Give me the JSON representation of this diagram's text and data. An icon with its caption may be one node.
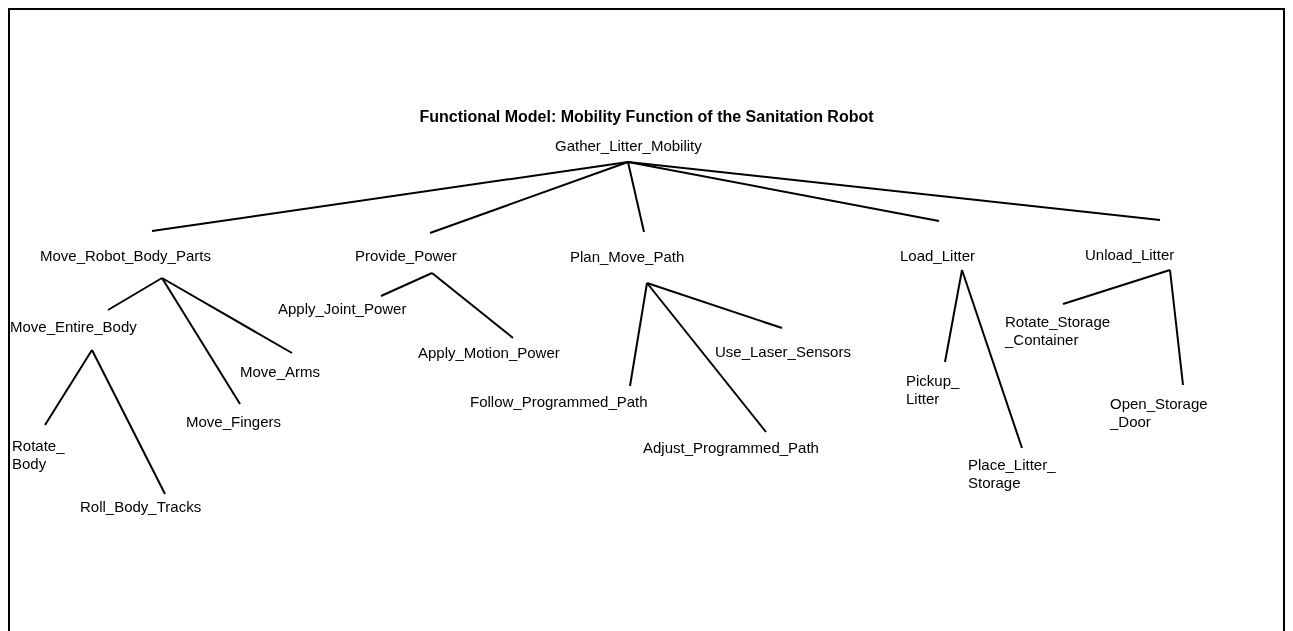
{
  "diagram": {
    "title": "Functional Model: Mobility Function of the Sanitation Robot",
    "nodes": [
      {
        "text": [
          "Gather_Litter_Mobility"
        ]
      },
      {
        "text": [
          "Move_Robot_Body_Parts"
        ]
      },
      {
        "text": [
          "Provide_Power"
        ]
      },
      {
        "text": [
          "Plan_Move_Path"
        ]
      },
      {
        "text": [
          "Load_Litter"
        ]
      },
      {
        "text": [
          "Unload_Litter"
        ]
      },
      {
        "text": [
          "Move_Entire_Body"
        ]
      },
      {
        "text": [
          "Move_Arms"
        ]
      },
      {
        "text": [
          "Move_Fingers"
        ]
      },
      {
        "text": [
          "Rotate_ Body"
        ]
      },
      {
        "text": [
          "Roll_Body_Tracks"
        ]
      },
      {
        "text": [
          "Apply_Joint_Power"
        ]
      },
      {
        "text": [
          "Apply_Motion_Power"
        ]
      },
      {
        "text": [
          "Follow_Programmed_Path"
        ]
      },
      {
        "text": [
          "Use_Laser_Sensors"
        ]
      },
      {
        "text": [
          "Adjust_Programmed_Path"
        ]
      },
      {
        "text": [
          "Pickup_ Litter"
        ]
      },
      {
        "text": [
          "Place_Litter_ Storage"
        ]
      },
      {
        "text": [
          "Rotate_Storage _Container"
        ]
      },
      {
        "text": [
          "Open_Storage _Door"
        ]
      }
    ],
    "edges": [
      {
        "from": 0,
        "to": 1,
        "arrow": "none"
      },
      {
        "from": 0,
        "to": 2,
        "arrow": "none"
      },
      {
        "from": 0,
        "to": 3,
        "arrow": "none"
      },
      {
        "from": 0,
        "to": 4,
        "arrow": "none"
      },
      {
        "from": 0,
        "to": 5,
        "arrow": "none"
      },
      {
        "from": 1,
        "to": 6,
        "arrow": "none"
      },
      {
        "from": 1,
        "to": 7,
        "arrow": "none"
      },
      {
        "from": 1,
        "to": 8,
        "arrow": "none"
      },
      {
        "from": 6,
        "to": 9,
        "arrow": "none"
      },
      {
        "from": 6,
        "to": 10,
        "arrow": "none"
      },
      {
        "from": 2,
        "to": 11,
        "arrow": "none"
      },
      {
        "from": 2,
        "to": 12,
        "arrow": "none"
      },
      {
        "from": 3,
        "to": 13,
        "arrow": "none"
      },
      {
        "from": 3,
        "to": 14,
        "arrow": "none"
      },
      {
        "from": 3,
        "to": 15,
        "arrow": "none"
      },
      {
        "from": 4,
        "to": 16,
        "arrow": "none"
      },
      {
        "from": 4,
        "to": 17,
        "arrow": "none"
      },
      {
        "from": 5,
        "to": 18,
        "arrow": "none"
      },
      {
        "from": 5,
        "to": 19,
        "arrow": "none"
      }
    ]
  }
}
